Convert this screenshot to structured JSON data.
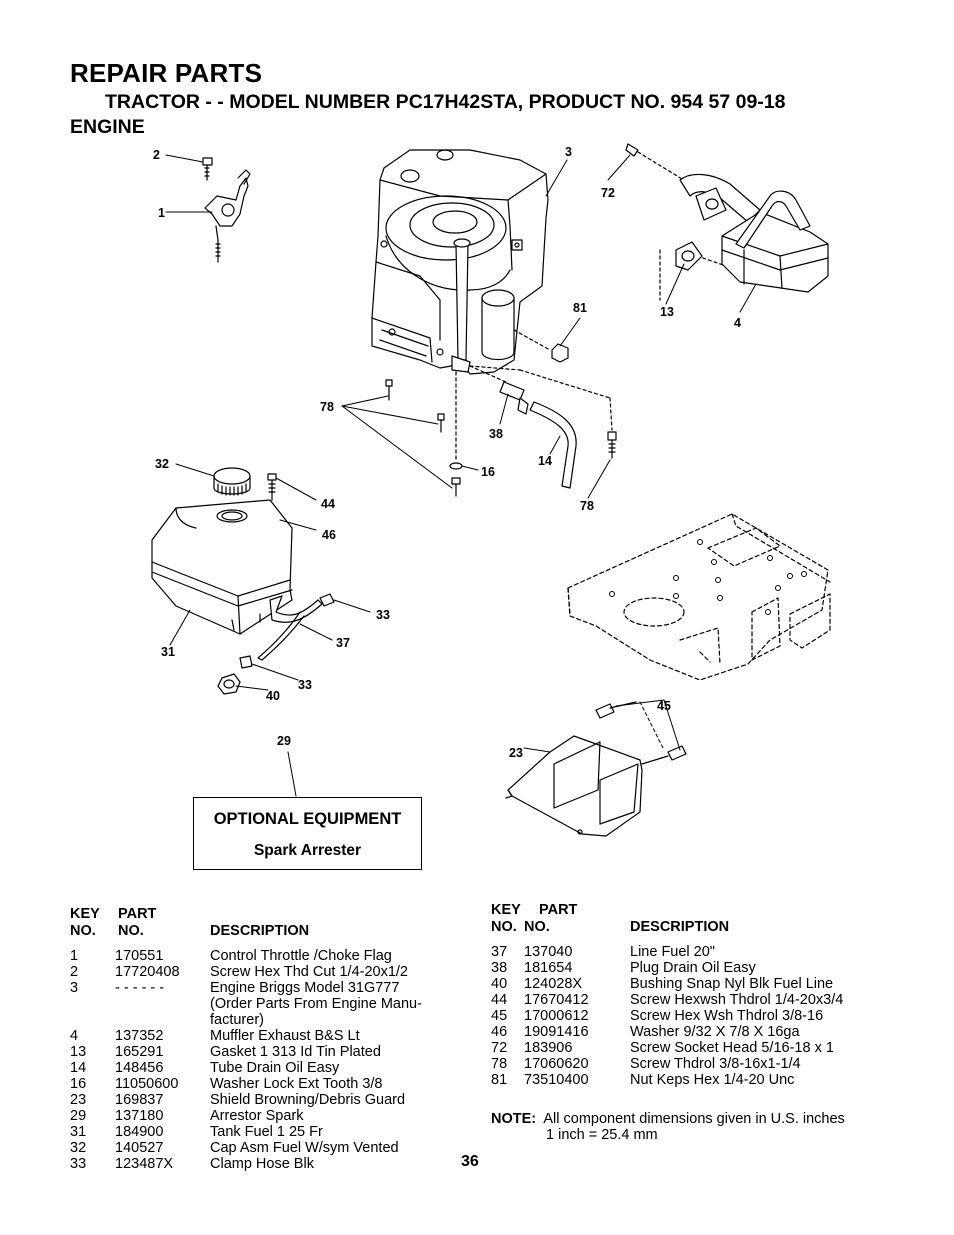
{
  "header": {
    "title": "REPAIR PARTS",
    "subtitle": "TRACTOR - - MODEL NUMBER PC17H42STA, PRODUCT NO. 954 57 09-18",
    "section": "ENGINE"
  },
  "callouts": {
    "c2": "2",
    "c1": "1",
    "c3": "3",
    "c72": "72",
    "c13": "13",
    "c4": "4",
    "c81": "81",
    "c78a": "78",
    "c38": "38",
    "c16": "16",
    "c14": "14",
    "c78b": "78",
    "c32": "32",
    "c44": "44",
    "c46": "46",
    "c31": "31",
    "c33a": "33",
    "c37": "37",
    "c33b": "33",
    "c40": "40",
    "c29": "29",
    "c45": "45",
    "c23": "23"
  },
  "optional_equipment": {
    "heading": "OPTIONAL EQUIPMENT",
    "item": "Spark Arrester"
  },
  "table_headers": {
    "key": "KEY",
    "no": "NO.",
    "part": "PART",
    "part_no": "NO.",
    "description": "DESCRIPTION"
  },
  "parts_left": [
    {
      "key": "1",
      "part": "170551",
      "desc": [
        "Control Throttle /Choke Flag"
      ]
    },
    {
      "key": "2",
      "part": "17720408",
      "desc": [
        "Screw Hex Thd Cut 1/4-20x1/2"
      ]
    },
    {
      "key": "3",
      "part": "- - - - - -",
      "desc": [
        "Engine  Briggs Model 31G777",
        "(Order Parts From Engine Manu-",
        "facturer)"
      ]
    },
    {
      "key": "4",
      "part": "137352",
      "desc": [
        "Muffler Exhaust B&S Lt"
      ]
    },
    {
      "key": "13",
      "part": "165291",
      "desc": [
        "Gasket 1 313 Id Tin Plated"
      ]
    },
    {
      "key": "14",
      "part": "148456",
      "desc": [
        "Tube Drain Oil Easy"
      ]
    },
    {
      "key": "16",
      "part": "11050600",
      "desc": [
        "Washer Lock Ext Tooth 3/8"
      ]
    },
    {
      "key": "23",
      "part": "169837",
      "desc": [
        "Shield Browning/Debris Guard"
      ]
    },
    {
      "key": "29",
      "part": "137180",
      "desc": [
        "Arrestor Spark"
      ]
    },
    {
      "key": "31",
      "part": "184900",
      "desc": [
        "Tank Fuel 1 25 Fr"
      ]
    },
    {
      "key": "32",
      "part": "140527",
      "desc": [
        "Cap Asm Fuel W/sym Vented"
      ]
    },
    {
      "key": "33",
      "part": "123487X",
      "desc": [
        "Clamp Hose Blk"
      ]
    }
  ],
  "parts_right": [
    {
      "key": "37",
      "part": "137040",
      "desc": [
        "Line Fuel 20\""
      ]
    },
    {
      "key": "38",
      "part": "181654",
      "desc": [
        "Plug Drain Oil Easy"
      ]
    },
    {
      "key": "40",
      "part": "124028X",
      "desc": [
        "Bushing Snap Nyl Blk Fuel Line"
      ]
    },
    {
      "key": "44",
      "part": "17670412",
      "desc": [
        "Screw Hexwsh Thdrol 1/4-20x3/4"
      ]
    },
    {
      "key": "45",
      "part": "17000612",
      "desc": [
        "Screw Hex Wsh Thdrol  3/8-16"
      ]
    },
    {
      "key": "46",
      "part": "19091416",
      "desc": [
        "Washer 9/32 X 7/8 X 16ga"
      ]
    },
    {
      "key": "72",
      "part": "183906",
      "desc": [
        "Screw Socket Head  5/16-18 x 1"
      ]
    },
    {
      "key": "78",
      "part": "17060620",
      "desc": [
        "Screw Thdrol 3/8-16x1-1/4"
      ]
    },
    {
      "key": "81",
      "part": "73510400",
      "desc": [
        "Nut Keps Hex 1/4-20 Unc"
      ]
    }
  ],
  "note": {
    "label": "NOTE:",
    "line1": "All component dimensions given in U.S. inches",
    "line2": "1 inch = 25.4 mm"
  },
  "page_number": "36"
}
